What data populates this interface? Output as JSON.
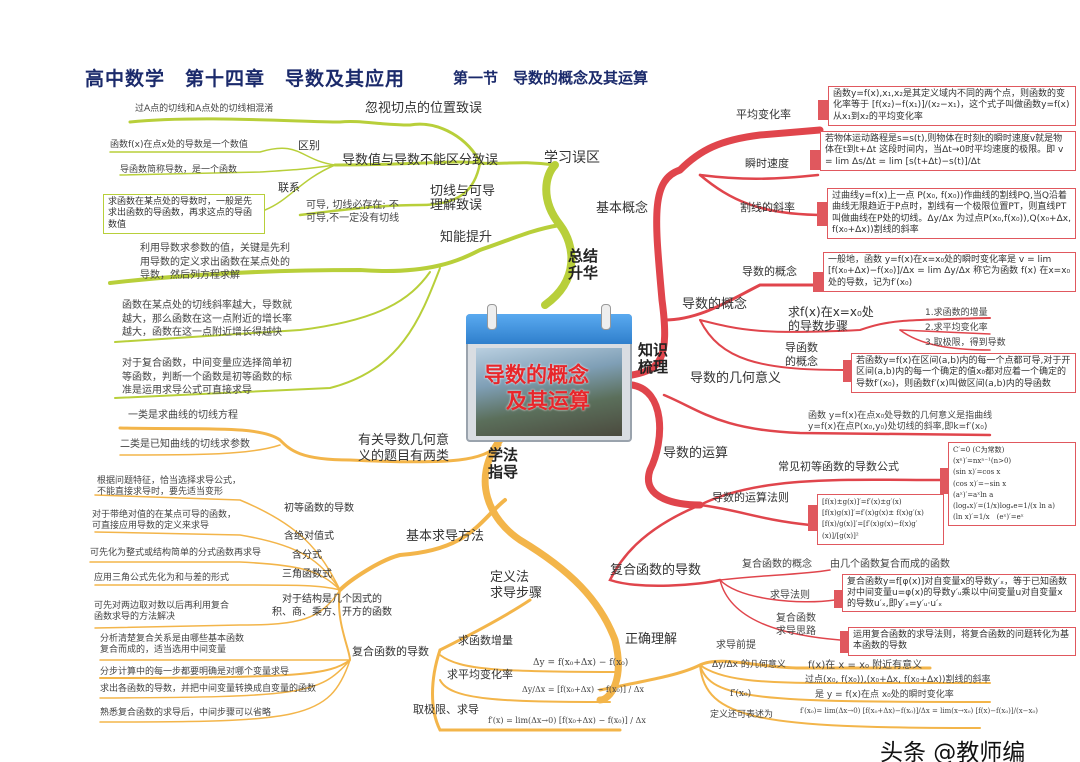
{
  "header": {
    "title": "高中数学　第十四章　导数及其应用",
    "subtitle": "第一节　导数的概念及其运算"
  },
  "center": {
    "label_line1": "导数的概念",
    "label_line2": "及其运算"
  },
  "colors": {
    "green": "#b8cf3a",
    "orange": "#f3b54a",
    "red": "#e0454c",
    "title": "#1b2a6b",
    "center_text": "#e8262b",
    "calendar_blue": "#3a8fd6"
  },
  "summary": {
    "label": "总结\n升华",
    "mistakes": {
      "label": "学习误区",
      "tangent_position": {
        "label": "忽视切点的位置致误",
        "detail": "过A点的切线和A点处的切线相混淆"
      },
      "value_vs_function": {
        "label": "导数值与导数不能区分致误",
        "diff_label": "区别",
        "diff_1": "函数f(x)在点x处的导数是一个数值",
        "diff_2": "导函数简称导数，是一个函数",
        "link_label": "联系",
        "link_detail": "求函数在某点处的导数时，一般是先求出函数的导函数，再求这点的导函数值"
      },
      "tangent_diff": {
        "label": "切线与可导\n理解致误",
        "detail": "可导, 切线必存在; 不\n可导,不一定没有切线"
      }
    },
    "improve": {
      "label": "知能提升",
      "items": [
        "利用导数求参数的值，关键是先利\n用导数的定义求出函数在某点处的\n导数，然后列方程求解",
        "函数在某点处的切线斜率越大，导数就\n越大，那么函数在这一点附近的增长率\n越大，函数在这一点附近增长得越快",
        "对于复合函数，中间变量应选择简单初\n等函数，判断一个函数是初等函数的标\n准是运用求导公式可直接求导"
      ]
    }
  },
  "method": {
    "label": "学法\n指导",
    "geometry": {
      "label": "有关导数几何意\n义的题目有两类",
      "items": [
        "一类是求曲线的切线方程",
        "二类是已知曲线的切线求参数"
      ]
    },
    "basic": {
      "label": "基本求导方法",
      "items": [
        {
          "label": "初等函数的导数",
          "detail": "根据问题特征，恰当选择求导公式，\n不能直接求导时，要先适当变形"
        },
        {
          "label": "含绝对值式",
          "detail": "对于带绝对值的在某点可导的函数，\n可直接应用导数的定义来求导"
        },
        {
          "label": "含分式",
          "detail": "可先化为整式或结构简单的分式函数再求导"
        },
        {
          "label": "三角函数式",
          "detail": "应用三角公式先化为和与差的形式"
        },
        {
          "label": "对于结构是几个因式的\n积、商、乘方、开方的函数",
          "detail": "可先对两边取对数以后再利用复合\n函数求导的方法解决"
        }
      ]
    },
    "composite": {
      "label": "复合函数的导数",
      "items": [
        "分析清楚复合关系是由哪些基本函数\n复合而成的，适当选用中间变量",
        "分步计算中的每一步都要明确是对哪个变量求导",
        "求出各函数的导数，并把中间变量转换成自变量的函数",
        "熟悉复合函数的求导后，中间步骤可以省略"
      ]
    },
    "definition": {
      "label": "定义法\n求导步骤",
      "steps": [
        {
          "label": "求函数增量",
          "formula": "Δy = f(x₀+Δx) − f(x₀)"
        },
        {
          "label": "求平均变化率",
          "formula": "Δy/Δx = [f(x₀+Δx) − f(x₀)] / Δx"
        },
        {
          "label": "取极限、求导",
          "formula": "f′(x) = lim(Δx→0) [f(x₀+Δx) − f(x₀)] / Δx"
        }
      ]
    },
    "understand": {
      "label": "正确理解",
      "items": [
        {
          "label": "求导前提",
          "detail": "f(x)在  x = x₀  附近有意义"
        },
        {
          "label": "Δy/Δx 的几何意义",
          "detail": "过点(x₀, f(x₀)),(x₀+Δx, f(x₀+Δx))割线的斜率"
        },
        {
          "label": "f′(x₀)",
          "detail": "是 y = f(x)在点 x₀处的瞬时变化率"
        },
        {
          "label": "定义还可表述为",
          "detail": "f′(x₀)= lim(Δx→0) [f(x₀+Δx)−f(x₀)]/Δx = lim(x→x₀) [f(x)−f(x₀)]/(x−x₀)"
        }
      ]
    }
  },
  "knowledge": {
    "label": "知识\n梳理",
    "basic": {
      "label": "基本概念",
      "items": [
        {
          "label": "平均变化率",
          "detail": "函数y=f(x),x₁,x₂是其定义域内不同的两个点，则函数的变化率等于 [f(x₂)−f(x₁)]/(x₂−x₁)，这个式子叫做函数y=f(x)从x₁到x₂的平均变化率"
        },
        {
          "label": "瞬时速度",
          "detail": "若物体运动路程是s=s(t),则物体在时刻t的瞬时速度v就是物体在t到t+Δt 这段时间内，当Δt→0时平均速度的极限。即 v = lim Δs/Δt = lim [s(t+Δt)−s(t)]/Δt"
        },
        {
          "label": "割线的斜率",
          "detail": "过曲线y=f(x)上一点 P(x₀, f(x₀))作曲线的割线PQ,当Q沿着曲线无限趋近于P点时，割线有一个极限位置PT，则直线PT叫做曲线在P处的切线。Δy/Δx 为过点P(x₀,f(x₀)),Q(x₀+Δx, f(x₀+Δx))割线的斜率"
        }
      ]
    },
    "concept": {
      "label": "导数的概念",
      "def": {
        "label": "导数的概念",
        "detail": "一般地，函数 y=f(x)在x=x₀处的瞬时变化率是 v = lim [f(x₀+Δx)−f(x₀)]/Δx = lim Δy/Δx 称它为函数 f(x) 在x=x₀处的导数，记为f′(x₀)"
      },
      "steps": {
        "label": "求f(x)在x=x₀处\n的导数步骤",
        "items": [
          "1.求函数的增量",
          "2.求平均变化率",
          "3.取极限，得到导数"
        ]
      },
      "derived": {
        "label": "导函数\n的概念",
        "detail": "若函数y=f(x)在区间(a,b)内的每一个点都可导,对于开区间(a,b)内的每一个确定的值x₀都对应着一个确定的导数f′(x₀)，则函数f′(x)叫做区间(a,b)内的导函数"
      }
    },
    "geometry": {
      "label": "导数的几何意义",
      "detail": "函数 y=f(x)在点x₀处导数的几何意义是指曲线\ny=f(x)在点P(x₀,y₀)处切线的斜率,即k=f′(x₀)"
    },
    "ops": {
      "label": "导数的运算",
      "formulas": {
        "label": "常见初等函数的导数公式",
        "items": [
          "C′=0 (C为常数)",
          "(xⁿ)′=nxⁿ⁻¹(n>0)",
          "(sin x)′=cos x",
          "(cos x)′=−sin x",
          "(aˣ)′=aˣln a",
          "(logₐx)′=(1/x)logₐe=1/(x ln a)",
          "(ln x)′=1/x　(eˣ)′=eˣ"
        ]
      },
      "rules": {
        "label": "导数的运算法则",
        "items": [
          "[f(x)±g(x)]′=f′(x)±g′(x)",
          "[f(x)g(x)]′=f′(x)g(x)± f(x)g′(x)",
          "[f(x)/g(x)]′=[f′(x)g(x)−f(x)g′(x)]/[g(x)]²"
        ]
      }
    },
    "composite": {
      "label": "复合函数的导数",
      "concept": {
        "label": "复合函数的概念",
        "detail": "由几个函数复合而成的函数"
      },
      "rule": {
        "label": "求导法则",
        "detail": "复合函数y=f[φ(x)]对自变量x的导数y′ₓ，等于已知函数对中间变量u=φ(x)的导数y′ᵤ乘以中间变量u对自变量x的导数u′ₓ,即y′ₓ=y′ᵤ·u′ₓ"
      },
      "idea": {
        "label": "复合函数\n求导思路",
        "detail": "运用复合函数的求导法则，将复合函数的问题转化为基本函数的导数"
      }
    }
  },
  "watermark": "头条 @教师编"
}
